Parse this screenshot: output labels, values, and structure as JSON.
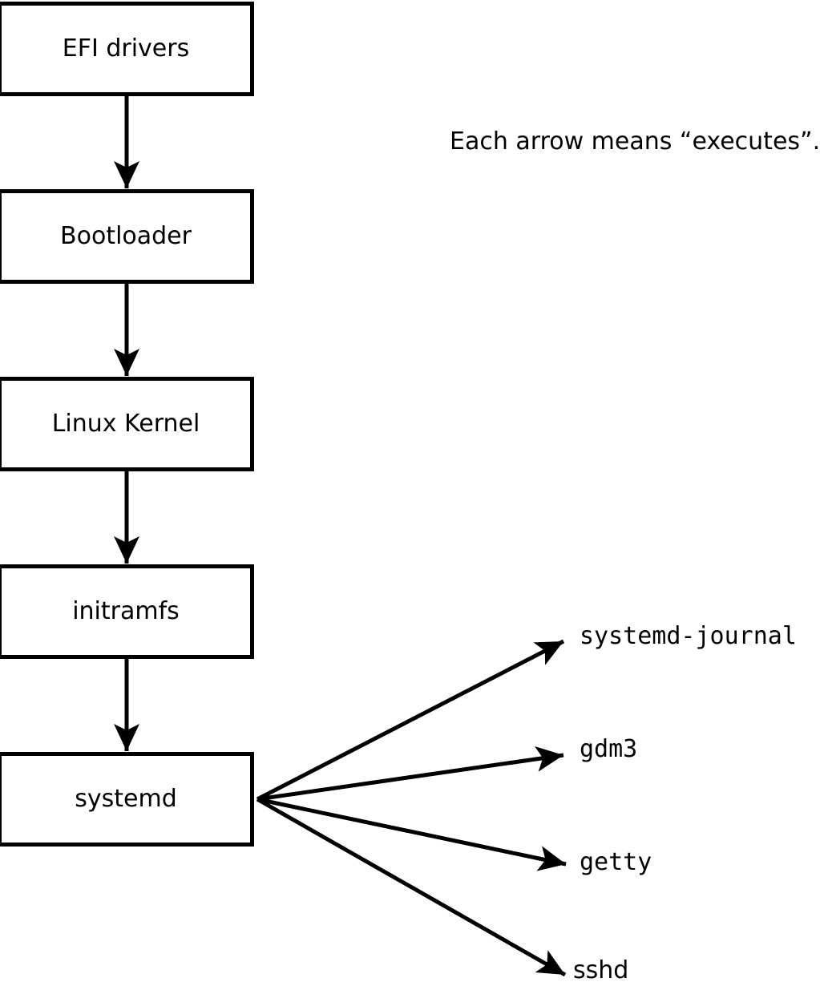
{
  "note": "Each arrow means “executes”.",
  "chain": [
    {
      "label": "EFI drivers"
    },
    {
      "label": "Bootloader"
    },
    {
      "label": "Linux Kernel"
    },
    {
      "label": "initramfs"
    },
    {
      "label": "systemd"
    }
  ],
  "spawned": [
    {
      "label": "systemd-journal"
    },
    {
      "label": "gdm3"
    },
    {
      "label": "getty"
    },
    {
      "label": "sshd"
    }
  ],
  "colors": {
    "background": "#ffffff",
    "box_fill": "#ffffff",
    "box_border": "#000000",
    "line": "#000000",
    "text": "#000000"
  }
}
